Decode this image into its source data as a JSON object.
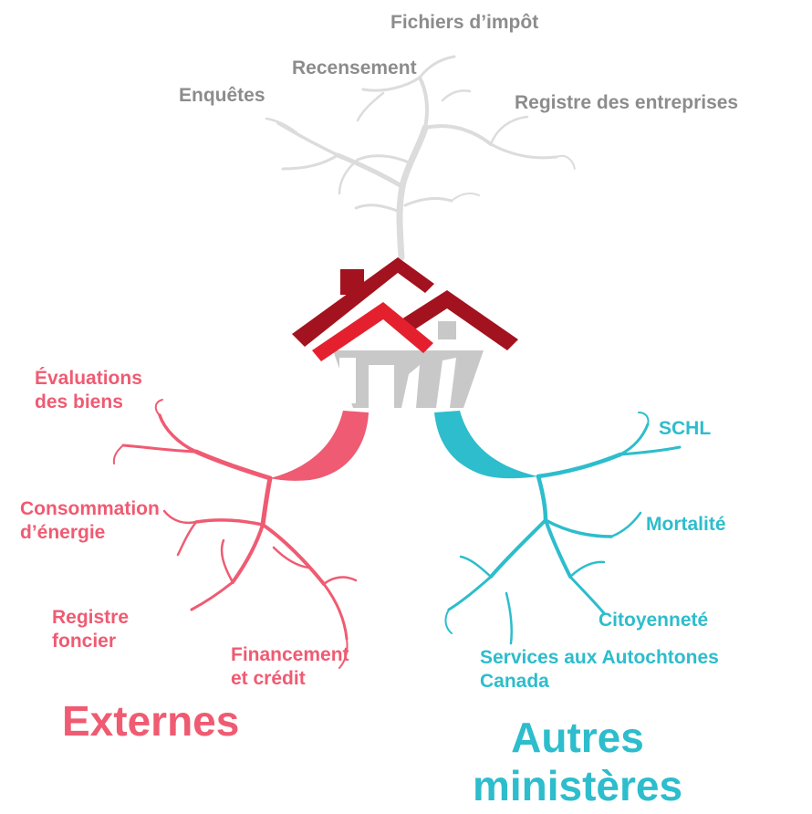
{
  "colors": {
    "grey_tree": "#dcdcdc",
    "grey_text": "#8c8c8c",
    "pink": "#ef5b72",
    "teal": "#2dbdcc",
    "roof_dark": "#a3121f",
    "roof_red": "#e5202e",
    "house_grey": "#c8c8c8"
  },
  "icons": {
    "house": "house-icon",
    "tree": "tree-branches-icon",
    "left_roots": "left-roots-icon",
    "right_roots": "right-roots-icon"
  },
  "top": {
    "fichiers": "Fichiers d’impôt",
    "recensement": "Recensement",
    "enquetes": "Enquêtes",
    "registre_entreprises": "Registre des entreprises"
  },
  "left": {
    "evaluations": [
      "Évaluations",
      "des biens"
    ],
    "consommation": [
      "Consommation",
      "d’énergie"
    ],
    "registre_foncier": [
      "Registre",
      "foncier"
    ],
    "financement": [
      "Financement",
      "et crédit"
    ],
    "title": "Externes"
  },
  "right": {
    "schl": "SCHL",
    "mortalite": "Mortalité",
    "citoyennete": "Citoyenneté",
    "services": [
      "Services aux Autochtones",
      "Canada"
    ],
    "title": [
      "Autres",
      "ministères"
    ]
  }
}
